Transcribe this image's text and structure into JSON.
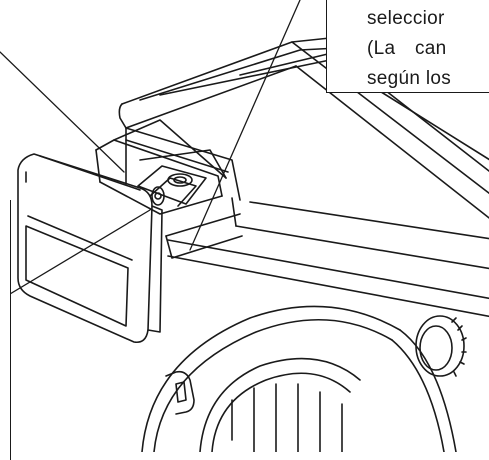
{
  "callout": {
    "line_1": "seleccior",
    "line_2": "(La  can",
    "line_3": "según los"
  },
  "colors": {
    "ink": "#1a1a1a",
    "paper": "#ffffff"
  },
  "parts": [
    "detergent-drawer",
    "drawer-handle",
    "compartment-divider",
    "siphon-cap",
    "cabinet-top",
    "control-knob",
    "door-porthole",
    "door-hinge"
  ]
}
